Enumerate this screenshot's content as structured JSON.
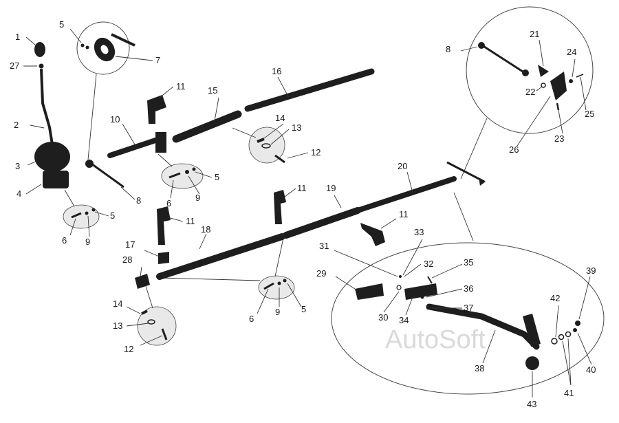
{
  "watermark": "AutoSoft",
  "callouts": [
    "1",
    "2",
    "3",
    "4",
    "5",
    "6",
    "7",
    "8",
    "9",
    "10",
    "11",
    "12",
    "13",
    "14",
    "15",
    "16",
    "17",
    "18",
    "19",
    "20",
    "21",
    "22",
    "23",
    "24",
    "25",
    "26",
    "27",
    "28",
    "29",
    "30",
    "31",
    "32",
    "33",
    "34",
    "35",
    "36",
    "37",
    "38",
    "39",
    "40",
    "41",
    "42",
    "43"
  ]
}
